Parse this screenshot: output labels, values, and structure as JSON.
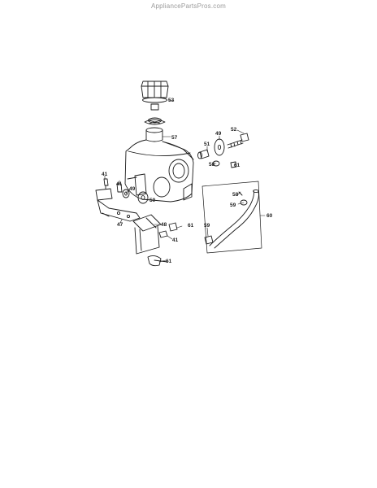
{
  "watermark": "AppliancePartsPros.com",
  "callouts": {
    "c41a": "41",
    "c41b": "41",
    "c41c": "41",
    "c47": "47",
    "c48": "48",
    "c49a": "49",
    "c49b": "49",
    "c50": "50",
    "c51": "51",
    "c52": "52",
    "c53": "53",
    "c57": "57",
    "c58a": "58",
    "c58b": "58",
    "c59a": "59",
    "c59b": "59",
    "c60": "60",
    "c61a": "61",
    "c61b": "61",
    "c61c": "61"
  }
}
